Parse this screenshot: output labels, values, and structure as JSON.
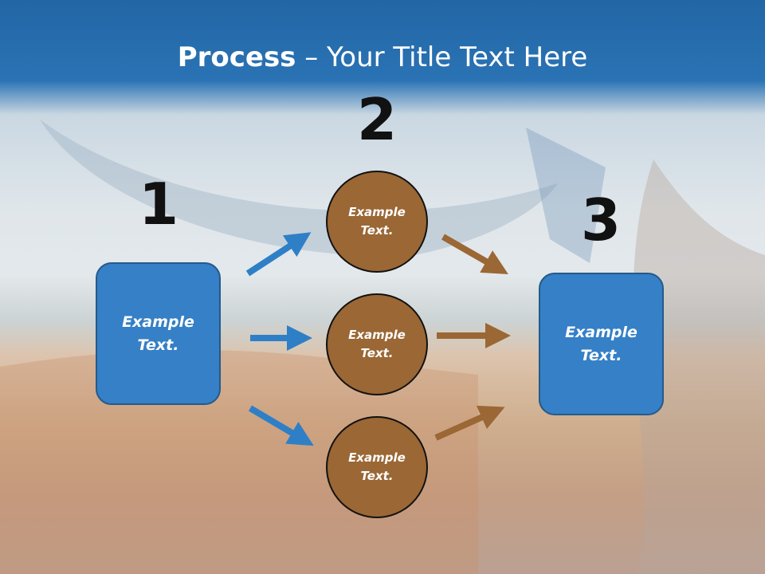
{
  "title": {
    "bold": "Process",
    "rest": " – Your Title Text Here"
  },
  "steps": {
    "one": {
      "number": "1",
      "text_line1": "Example",
      "text_line2": "Text."
    },
    "two": {
      "number": "2"
    },
    "three": {
      "number": "3",
      "text_line1": "Example",
      "text_line2": "Text."
    }
  },
  "circles": [
    {
      "line1": "Example",
      "line2": "Text."
    },
    {
      "line1": "Example",
      "line2": "Text."
    },
    {
      "line1": "Example",
      "line2": "Text."
    }
  ],
  "colors": {
    "box_fill": "#3580c6",
    "circle_fill": "#9a6735",
    "blue_arrow": "#2f7fc7",
    "brown_arrow": "#9a6735"
  }
}
